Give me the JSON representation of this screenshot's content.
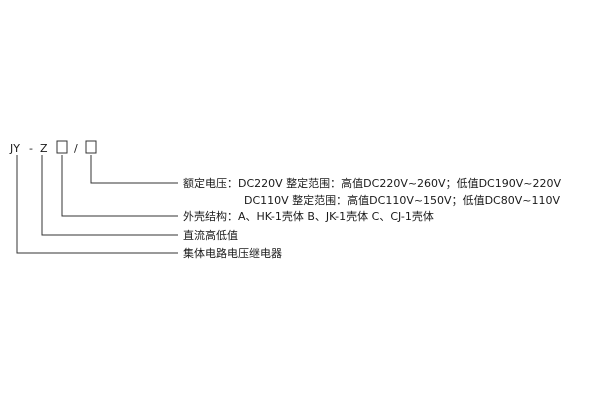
{
  "code": {
    "jy": "JY",
    "dash": "-",
    "z": "Z",
    "slash": "/"
  },
  "labels": {
    "rated_voltage_line1": "额定电压：DC220V  整定范围：高值DC220V~260V；低值DC190V~220V",
    "rated_voltage_line2": "DC110V  整定范围：高值DC110V~150V；低值DC80V~110V",
    "shell_structure": "外壳结构：A、HK-1壳体   B、JK-1壳体    C、CJ-1壳体",
    "dc_high_low": "直流高低值",
    "integrated_circuit_relay": "集体电路电压继电器"
  }
}
